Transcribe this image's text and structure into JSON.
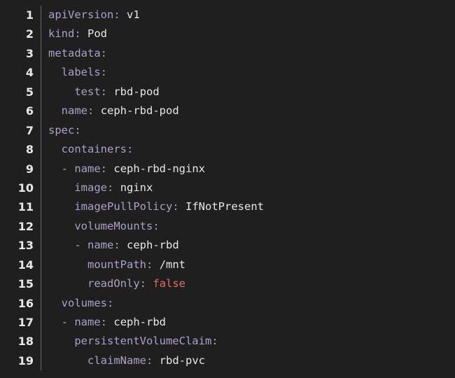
{
  "colors": {
    "background": "#1f1f1f",
    "key": "#b09fca",
    "value": "#e8e8e8",
    "boolean": "#e06c63",
    "line_number": "#e8e8e8"
  },
  "lines": [
    {
      "num": "1",
      "indent": "",
      "dash": "",
      "key": "apiVersion",
      "value": "v1",
      "bool": false
    },
    {
      "num": "2",
      "indent": "",
      "dash": "",
      "key": "kind",
      "value": "Pod",
      "bool": false
    },
    {
      "num": "3",
      "indent": "",
      "dash": "",
      "key": "metadata",
      "value": "",
      "bool": false
    },
    {
      "num": "4",
      "indent": "  ",
      "dash": "",
      "key": "labels",
      "value": "",
      "bool": false
    },
    {
      "num": "5",
      "indent": "    ",
      "dash": "",
      "key": "test",
      "value": "rbd-pod",
      "bool": false
    },
    {
      "num": "6",
      "indent": "  ",
      "dash": "",
      "key": "name",
      "value": "ceph-rbd-pod",
      "bool": false
    },
    {
      "num": "7",
      "indent": "",
      "dash": "",
      "key": "spec",
      "value": "",
      "bool": false
    },
    {
      "num": "8",
      "indent": "  ",
      "dash": "",
      "key": "containers",
      "value": "",
      "bool": false
    },
    {
      "num": "9",
      "indent": "  ",
      "dash": "- ",
      "key": "name",
      "value": "ceph-rbd-nginx",
      "bool": false
    },
    {
      "num": "10",
      "indent": "    ",
      "dash": "",
      "key": "image",
      "value": "nginx",
      "bool": false
    },
    {
      "num": "11",
      "indent": "    ",
      "dash": "",
      "key": "imagePullPolicy",
      "value": "IfNotPresent",
      "bool": false
    },
    {
      "num": "12",
      "indent": "    ",
      "dash": "",
      "key": "volumeMounts",
      "value": "",
      "bool": false
    },
    {
      "num": "13",
      "indent": "    ",
      "dash": "- ",
      "key": "name",
      "value": "ceph-rbd",
      "bool": false
    },
    {
      "num": "14",
      "indent": "      ",
      "dash": "",
      "key": "mountPath",
      "value": "/mnt",
      "bool": false
    },
    {
      "num": "15",
      "indent": "      ",
      "dash": "",
      "key": "readOnly",
      "value": "false",
      "bool": true
    },
    {
      "num": "16",
      "indent": "  ",
      "dash": "",
      "key": "volumes",
      "value": "",
      "bool": false
    },
    {
      "num": "17",
      "indent": "  ",
      "dash": "- ",
      "key": "name",
      "value": "ceph-rbd",
      "bool": false
    },
    {
      "num": "18",
      "indent": "    ",
      "dash": "",
      "key": "persistentVolumeClaim",
      "value": "",
      "bool": false
    },
    {
      "num": "19",
      "indent": "      ",
      "dash": "",
      "key": "claimName",
      "value": "rbd-pvc",
      "bool": false
    }
  ]
}
